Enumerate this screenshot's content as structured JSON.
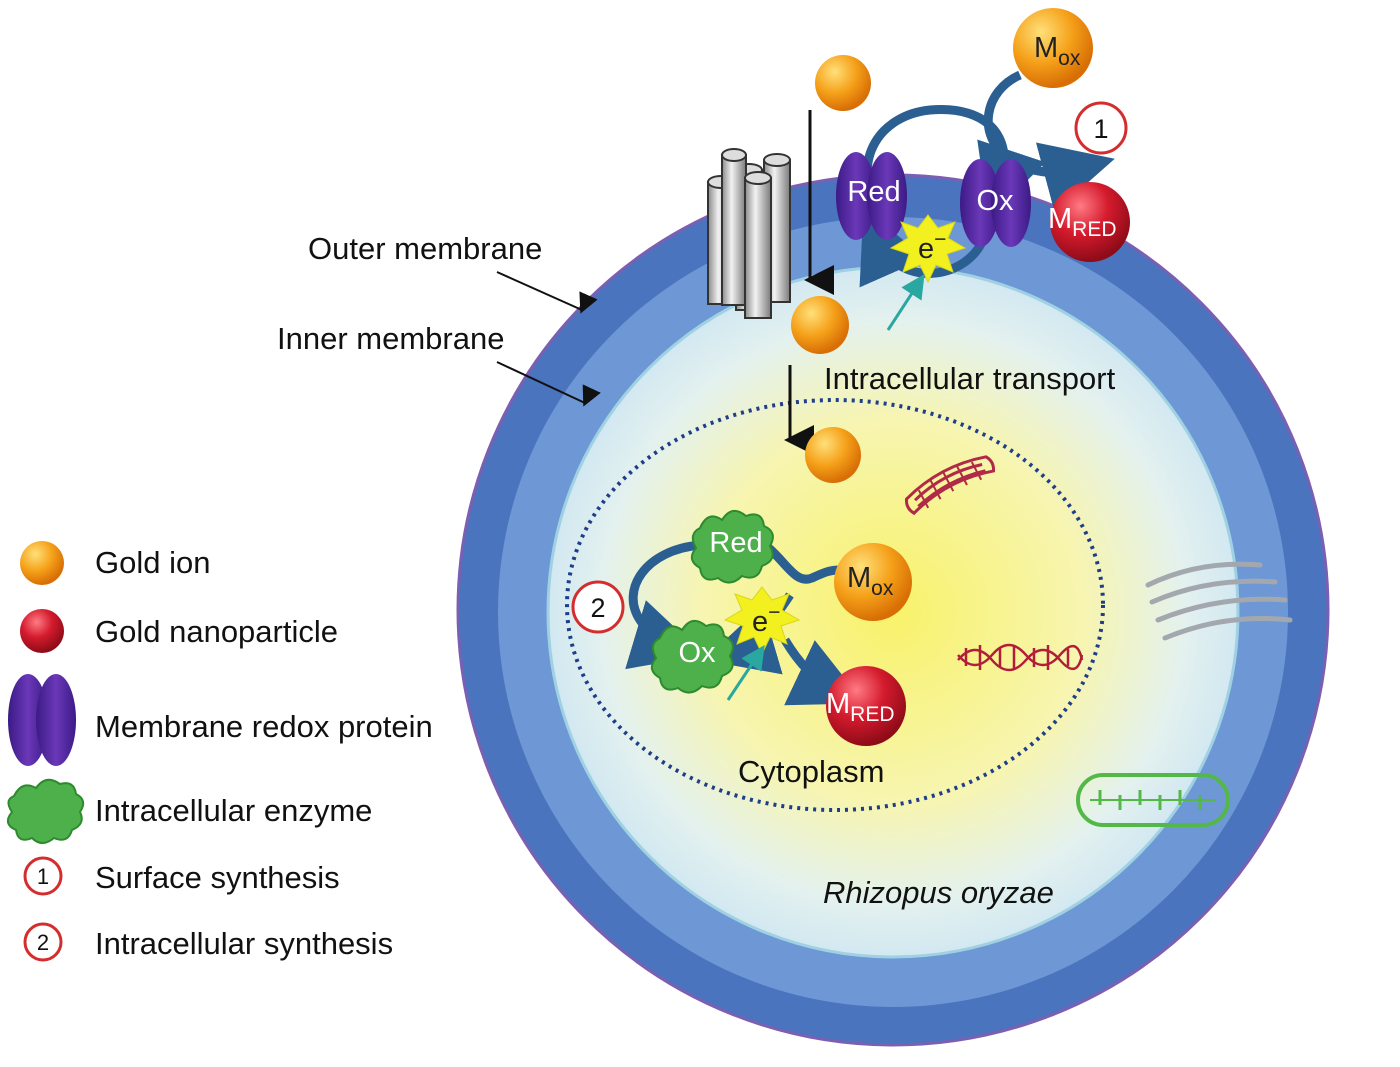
{
  "diagram": {
    "labels": {
      "outer_membrane": "Outer membrane",
      "inner_membrane": "Inner membrane",
      "intracellular_transport": "Intracellular transport",
      "cytoplasm": "Cytoplasm",
      "organism": "Rhizopus oryzae"
    },
    "surface_cycle": {
      "red": "Red",
      "ox": "Ox",
      "electron": "e",
      "electron_sup": "−",
      "m_ox_main": "M",
      "m_ox_sub": "ox",
      "m_red_main": "M",
      "m_red_sub": "RED",
      "step_number": "1"
    },
    "intracellular_cycle": {
      "red": "Red",
      "ox": "Ox",
      "electron": "e",
      "electron_sup": "−",
      "m_ox_main": "M",
      "m_ox_sub": "ox",
      "m_red_main": "M",
      "m_red_sub": "RED",
      "step_number": "2"
    },
    "colors": {
      "outer_ring": "#4d78c0",
      "inner_ring": "#6f99d6",
      "cytoplasm_center": "#f7f27d",
      "gold_ion": "#f39a12",
      "nanoparticle": "#d01a2a",
      "redox_protein": "#5b2ea3",
      "enzyme": "#49b046",
      "arrow": "#2b5f92",
      "electron_burst": "#f3f020"
    }
  },
  "legend": {
    "items": [
      {
        "icon": "gold-ion-icon",
        "label": "Gold ion"
      },
      {
        "icon": "gold-nanoparticle-icon",
        "label": "Gold nanoparticle"
      },
      {
        "icon": "membrane-redox-protein-icon",
        "label": "Membrane redox protein"
      },
      {
        "icon": "intracellular-enzyme-icon",
        "label": "Intracellular enzyme"
      },
      {
        "icon": "step-1-icon",
        "label": "Surface synthesis",
        "number": "1"
      },
      {
        "icon": "step-2-icon",
        "label": "Intracellular synthesis",
        "number": "2"
      }
    ]
  }
}
